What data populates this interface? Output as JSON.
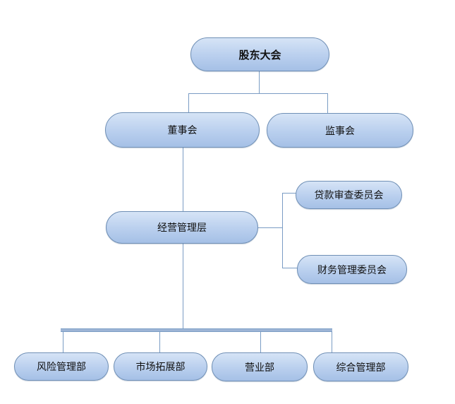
{
  "diagram": {
    "nodes": {
      "shareholders_meeting": "股东大会",
      "board_of_directors": "董事会",
      "board_of_supervisors": "监事会",
      "management": "经营管理层",
      "loan_review_committee": "贷款审查委员会",
      "finance_committee": "财务管理委员会",
      "risk_dept": "风险管理部",
      "market_dept": "市场拓展部",
      "business_dept": "营业部",
      "general_dept": "综合管理部"
    },
    "edges": [
      [
        "shareholders_meeting",
        "board_of_directors"
      ],
      [
        "shareholders_meeting",
        "board_of_supervisors"
      ],
      [
        "board_of_directors",
        "management"
      ],
      [
        "management",
        "loan_review_committee"
      ],
      [
        "management",
        "finance_committee"
      ],
      [
        "management",
        "risk_dept"
      ],
      [
        "management",
        "market_dept"
      ],
      [
        "management",
        "business_dept"
      ],
      [
        "management",
        "general_dept"
      ]
    ]
  },
  "colors": {
    "node_fill_top": "#d6e4f6",
    "node_fill_bottom": "#a5c0e6",
    "node_border": "#6f8fb5",
    "connector": "#7a9cc4"
  }
}
